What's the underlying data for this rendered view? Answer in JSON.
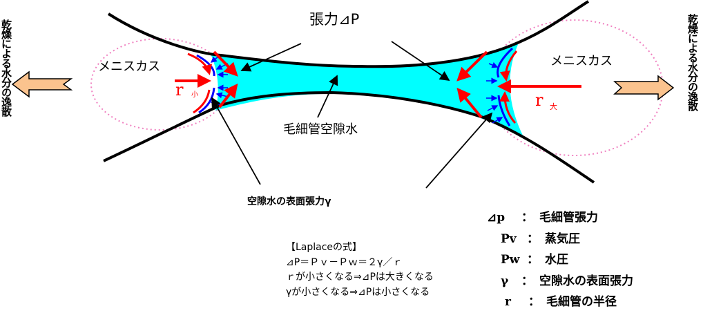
{
  "title": "張力⊿P",
  "labels": {
    "meniscus_left": "メニスカス",
    "meniscus_right": "メニスカス",
    "capillary_water": "毛細管空隙水",
    "surface_tension": "空隙水の表面張力γ",
    "r_symbol": "r",
    "r_small": "小",
    "r_large": "大",
    "evaporation_left": "乾燥による水分の逸散",
    "evaporation_right": "乾燥による水分の逸散"
  },
  "formula": {
    "heading": "【Laplaceの式】",
    "lines": [
      "⊿P＝Ｐｖ－Ｐｗ＝２γ／ｒ",
      "ｒが小さくなる⇒⊿Pは大きくなる",
      "γが小さくなる⇒⊿Pは小さくなる"
    ]
  },
  "legend": [
    {
      "symbol": "⊿p",
      "sep": "：",
      "desc": "毛細管張力"
    },
    {
      "symbol": "Pv",
      "sep": "：",
      "desc": "蒸気圧"
    },
    {
      "symbol": "Pw",
      "sep": "：",
      "desc": "水圧"
    },
    {
      "symbol": "γ",
      "sep": "：",
      "desc": "空隙水の表面張力"
    },
    {
      "symbol": "r",
      "sep": "：",
      "desc": "毛細管の半径"
    }
  ],
  "colors": {
    "water": "#00ffff",
    "force": "#ff0000",
    "pressure": "#0000ff",
    "meniscus_outline": "#f080c0",
    "evap_arrow": "#fbc38e"
  }
}
